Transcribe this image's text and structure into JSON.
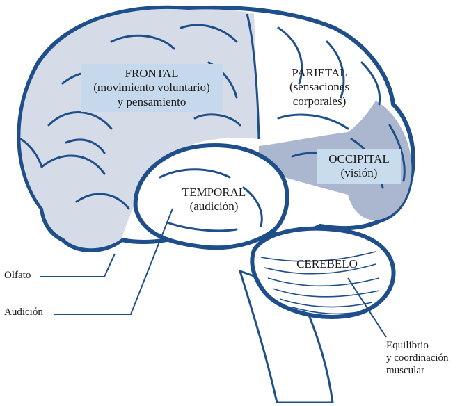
{
  "colors": {
    "outline": "#1f4f8a",
    "frontal_fill": "#d5dce8",
    "occipital_fill": "#aab7cf",
    "label_box": "#c6d8ec",
    "white": "#ffffff"
  },
  "lobes": {
    "frontal": {
      "name": "FRONTAL",
      "line1": "(movimiento voluntario)",
      "line2": "y pensamiento"
    },
    "parietal": {
      "name": "PARIETAL",
      "line1": "(sensaciones",
      "line2": "corporales)"
    },
    "occipital": {
      "name": "OCCIPITAL",
      "line1": "(visión)"
    },
    "temporal": {
      "name": "TEMPORAL",
      "line1": "(audición)"
    },
    "cerebelo": {
      "name": "CEREBELO"
    }
  },
  "callouts": {
    "olfato": "Olfato",
    "audicion": "Audición",
    "equilibrio": {
      "line1": "Equilibrio",
      "line2": "y coordinación",
      "line3": "muscular"
    }
  }
}
